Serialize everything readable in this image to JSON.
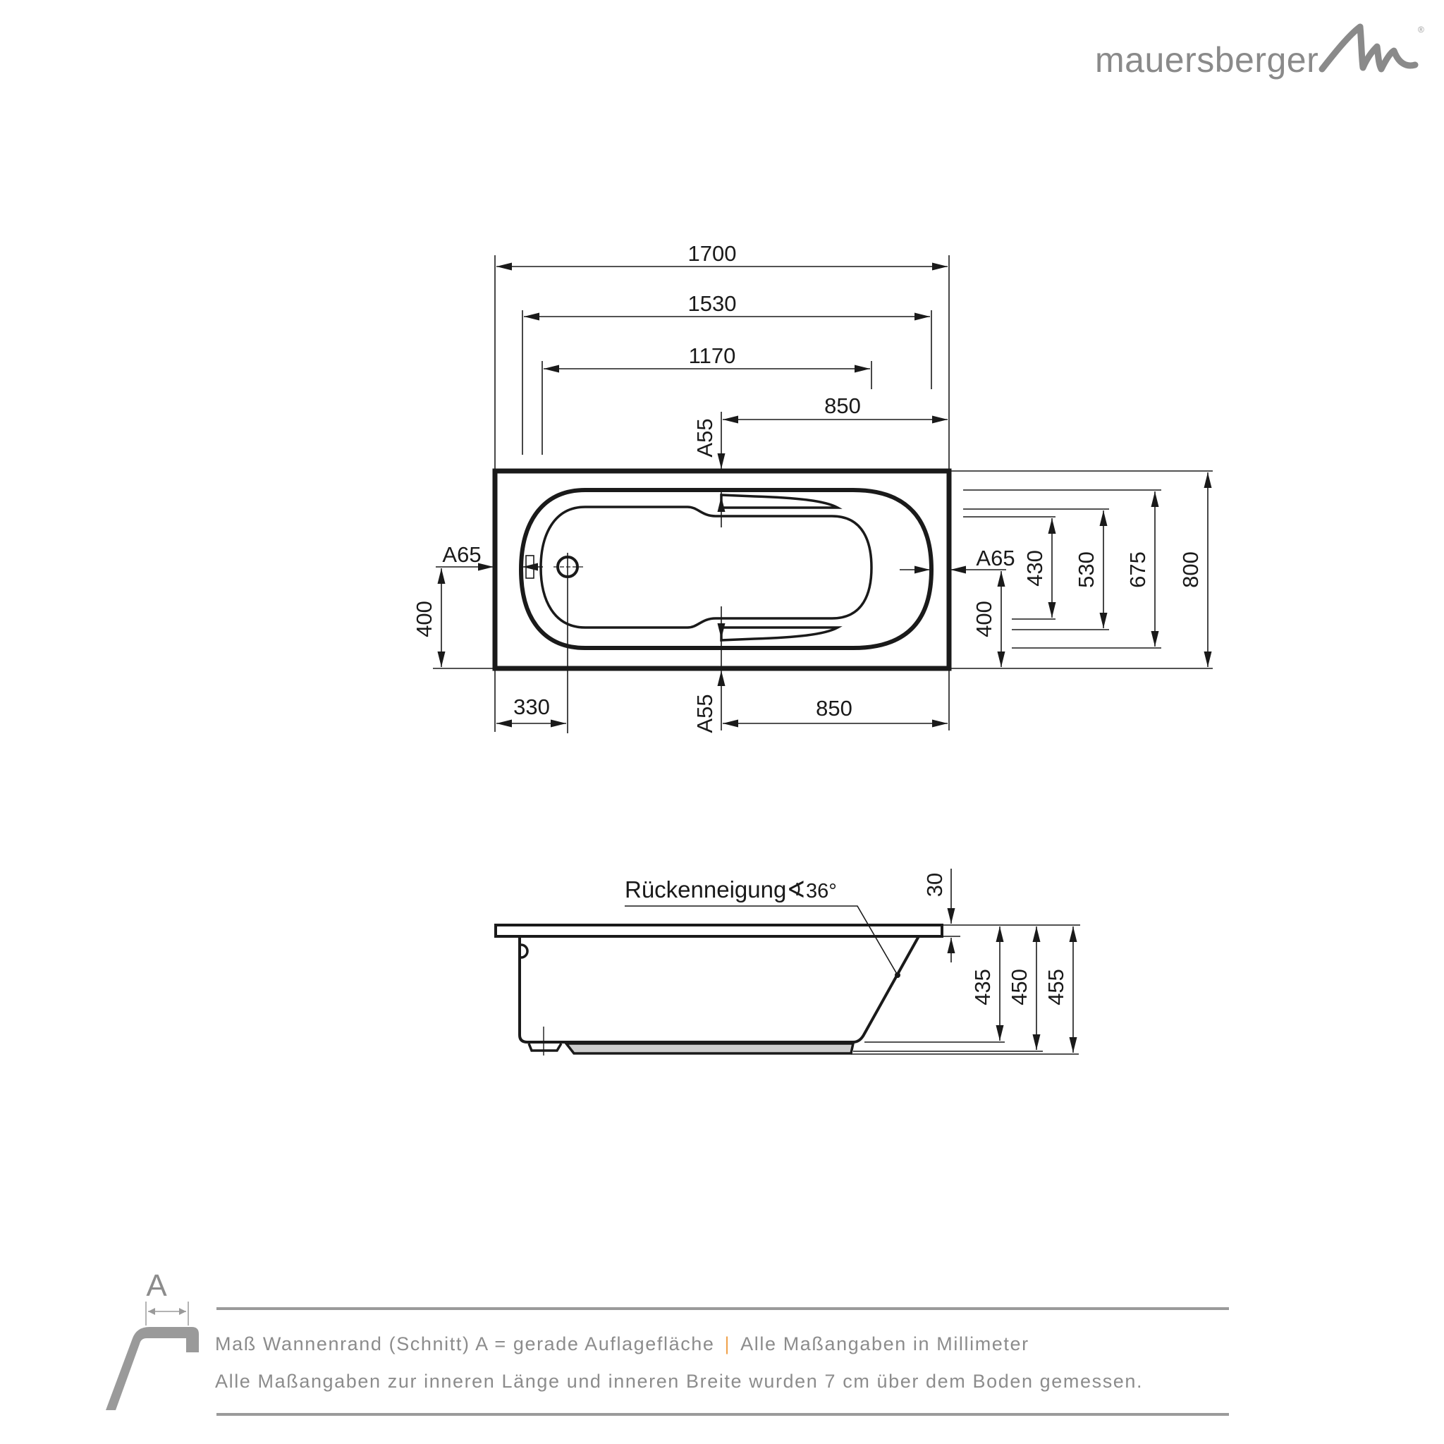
{
  "brand": {
    "name": "mauersberger",
    "mark": "M",
    "registered": "®",
    "color": "#8a8a8a"
  },
  "top_view": {
    "dimensions": {
      "overall_length": "1700",
      "inner_length_top": "1530",
      "inner_length_bottom": "1170",
      "handle_offset_top": "850",
      "handle_offset_bottom": "850",
      "drain_offset": "330",
      "overall_width": "800",
      "inner_width_top": "675",
      "inner_width_mid": "530",
      "inner_width_bottom": "430",
      "left_height_400": "400",
      "right_height_400": "400"
    },
    "rim_labels": {
      "left": "A65",
      "right": "A65",
      "top": "A55",
      "bottom": "A55"
    }
  },
  "side_view": {
    "backrest_label": "Rückenneigung",
    "angle_symbol": "∢",
    "angle_value": "36°",
    "dimensions": {
      "rim_thickness": "30",
      "height_inner": "435",
      "height_mid": "450",
      "height_outer": "455"
    }
  },
  "legend": {
    "symbol_label": "A",
    "line1_part1": "Maß Wannenrand (Schnitt) A = gerade Auflagefläche",
    "separator": "|",
    "line1_part2": "Alle Maßangaben in Millimeter",
    "line2": "Alle Maßangaben zur inneren Länge und inneren Breite wurden 7 cm über dem Boden gemessen.",
    "separator_color": "#f0a450",
    "text_color": "#8c8c8c"
  }
}
